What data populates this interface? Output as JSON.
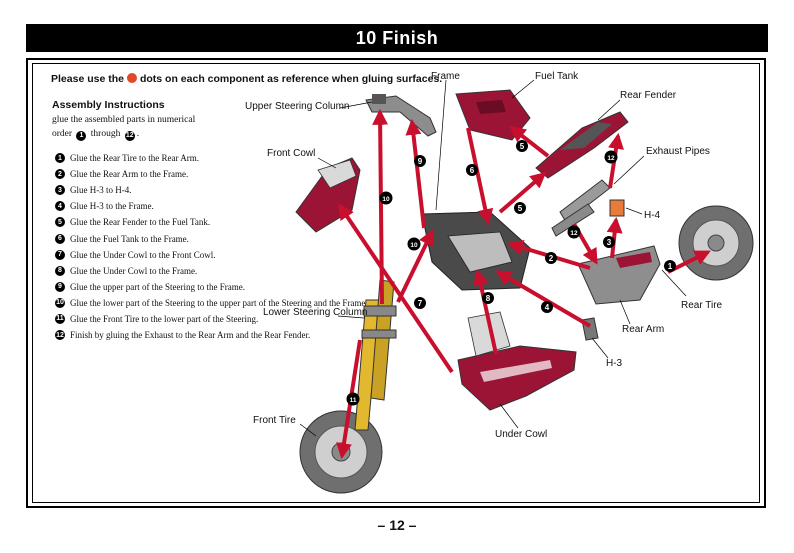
{
  "header": {
    "title": "10  Finish"
  },
  "note": {
    "before": "Please use the",
    "after": "dots on each component as reference when gluing surfaces."
  },
  "instructions": {
    "title": "Assembly Instructions",
    "sub_line1": "glue the assembled parts in numerical",
    "sub_order": "order",
    "sub_start": "1",
    "sub_through": "through",
    "sub_end": "12",
    "sub_period": "."
  },
  "steps": [
    {
      "num": "1",
      "text": "Glue the Rear Tire to the Rear Arm."
    },
    {
      "num": "2",
      "text": "Glue the Rear Arm to the Frame."
    },
    {
      "num": "3",
      "text": "Glue H-3 to H-4."
    },
    {
      "num": "4",
      "text": "Glue H-3 to the Frame."
    },
    {
      "num": "5",
      "text": "Glue the Rear Fender to the Fuel Tank."
    },
    {
      "num": "6",
      "text": "Glue the Fuel Tank to the Frame."
    },
    {
      "num": "7",
      "text": "Glue the Under Cowl to the Front Cowl."
    },
    {
      "num": "8",
      "text": "Glue the Under Cowl to the Frame."
    },
    {
      "num": "9",
      "text": "Glue the upper part of the Steering to the Frame."
    },
    {
      "num": "10",
      "text": "Glue the lower part of the Steering to the upper part of the Steering and the Frame."
    },
    {
      "num": "11",
      "text": "Glue the Front Tire to the lower part of the Steering."
    },
    {
      "num": "12",
      "text": "Finish by gluing the Exhaust to the Rear Arm and the Rear Fender."
    }
  ],
  "labels": {
    "frame": "Frame",
    "fuel_tank": "Fuel Tank",
    "rear_fender": "Rear Fender",
    "upper_steering": "Upper Steering Column",
    "front_cowl": "Front Cowl",
    "exhaust": "Exhaust Pipes",
    "h4": "H-4",
    "rear_tire": "Rear Tire",
    "rear_arm": "Rear Arm",
    "lower_steering": "Lower Steering Column",
    "h3": "H-3",
    "front_tire": "Front Tire",
    "under_cowl": "Under Cowl"
  },
  "markers": {
    "m1": "1",
    "m2": "2",
    "m3": "3",
    "m4": "4",
    "m5a": "5",
    "m5b": "5",
    "m6": "6",
    "m7": "7",
    "m8": "8",
    "m9": "9",
    "m10a": "10",
    "m10b": "10",
    "m11": "11",
    "m12a": "12",
    "m12b": "12"
  },
  "colors": {
    "part_red": "#9c1435",
    "arrow_red": "#c8102e",
    "dot_red": "#e0482a",
    "header_bg": "#000000"
  },
  "page": {
    "number": "– 12 –"
  }
}
